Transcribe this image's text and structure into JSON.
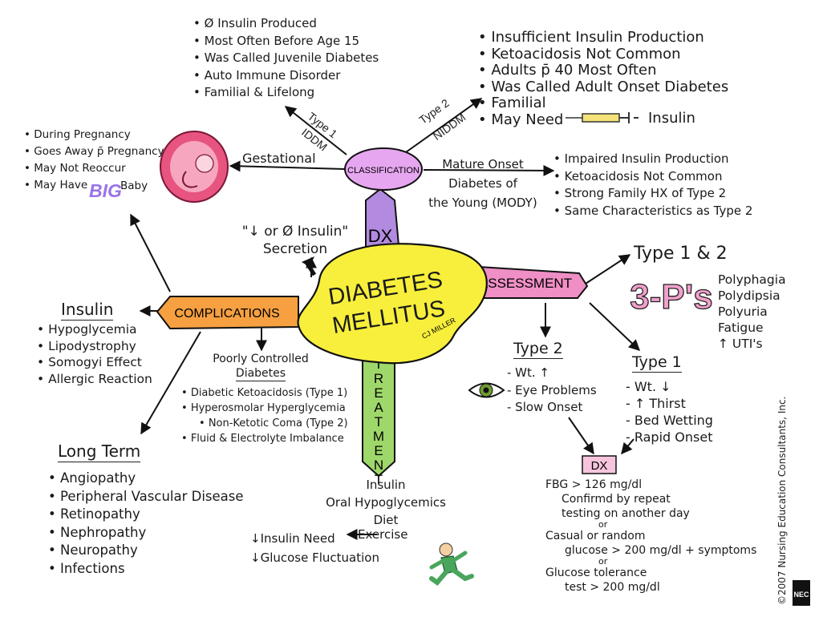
{
  "center": {
    "line1": "DIABETES",
    "line2": "MELLITUS",
    "signature": "CJ MILLER"
  },
  "arms": {
    "dx": "DX",
    "assessment": "ASSESSMENT",
    "complications": "COMPLICATIONS",
    "treatment": "TREATMENT",
    "classification": "CLASSIFICATION"
  },
  "classification": {
    "type1_label": "Type 1",
    "type1_sub": "IDDM",
    "type1_bullets": [
      "Ø Insulin Produced",
      "Most Often Before Age 15",
      "Was Called Juvenile Diabetes",
      "Auto Immune Disorder",
      "Familial & Lifelong"
    ],
    "type2_label": "Type 2",
    "type2_sub": "NIDDM",
    "type2_bullets": [
      "Insufficient Insulin Production",
      "Ketoacidosis Not Common",
      "Adults p̄ 40 Most Often",
      "Was Called Adult Onset Diabetes",
      "Familial",
      "May Need"
    ],
    "type2_insulin": "Insulin",
    "gestational_label": "Gestational",
    "gestational_bullets": [
      "During Pregnancy",
      "Goes Away p̄ Pregnancy",
      "May Not Reoccur",
      "May Have"
    ],
    "gestational_big": "BIG",
    "gestational_baby": "Baby",
    "mody_lines": [
      "Mature Onset",
      "Diabetes of",
      "the Young (MODY)"
    ],
    "mody_bullets": [
      "Impaired Insulin Production",
      "Ketoacidosis Not Common",
      "Strong Family HX of Type 2",
      "Same Characteristics as Type 2"
    ]
  },
  "secretion": {
    "line1": "\"↓ or  Ø  Insulin\"",
    "line2": "Secretion"
  },
  "assessment": {
    "heading": "Type 1 & 2",
    "three_p": "3-P's",
    "symptoms": [
      "Polyphagia",
      "Polydipsia",
      "Polyuria",
      "Fatigue",
      "↑ UTI's"
    ],
    "type2_heading": "Type 2",
    "type2_items": [
      "- Wt. ↑",
      "- Eye Problems",
      "- Slow Onset"
    ],
    "type1_heading": "Type 1",
    "type1_items": [
      "- Wt. ↓",
      "- ↑ Thirst",
      "- Bed Wetting",
      "- Rapid Onset"
    ],
    "dx_box": "DX",
    "dx_criteria": [
      "FBG > 126 mg/dl",
      "Confirmd by repeat",
      "testing on another day",
      "or",
      "Casual or random",
      "glucose > 200 mg/dl + symptoms",
      "or",
      "Glucose tolerance",
      "test > 200 mg/dl"
    ]
  },
  "complications": {
    "insulin_heading": "Insulin",
    "insulin_items": [
      "Hypoglycemia",
      "Lipodystrophy",
      "Somogyi Effect",
      "Allergic Reaction"
    ],
    "poorly_heading_1": "Poorly Controlled",
    "poorly_heading_2": "Diabetes",
    "poorly_items": [
      "Diabetic Ketoacidosis (Type 1)",
      "Hyperosmolar Hyperglycemia",
      "Non-Ketotic Coma (Type 2)",
      "Fluid & Electrolyte Imbalance"
    ],
    "longterm_heading": "Long Term",
    "longterm_items": [
      "Angiopathy",
      "Peripheral Vascular Disease",
      "Retinopathy",
      "Nephropathy",
      "Neuropathy",
      "Infections"
    ]
  },
  "treatment": {
    "items": [
      "Insulin",
      "Oral Hypoglycemics",
      "Diet"
    ],
    "exercise": "Exercise",
    "effects": [
      "↓Insulin Need",
      "↓Glucose Fluctuation"
    ]
  },
  "copyright": "©2007 Nursing Education Consultants, Inc.",
  "logo": "NEC",
  "colors": {
    "center_yellow": "#f7ef3b",
    "dx_purple": "#b28be0",
    "assessment_pink": "#ef8fc6",
    "complications_orange": "#f6a041",
    "treatment_green": "#9fd86a",
    "classification_purple": "#e6a6f0",
    "three_p_pink": "#f2a0cc",
    "big_purple": "#9a74e8",
    "fetus_pink": "#e7547f",
    "dx_box_pink": "#f6c5dd",
    "eye_green": "#6f9b2f"
  }
}
